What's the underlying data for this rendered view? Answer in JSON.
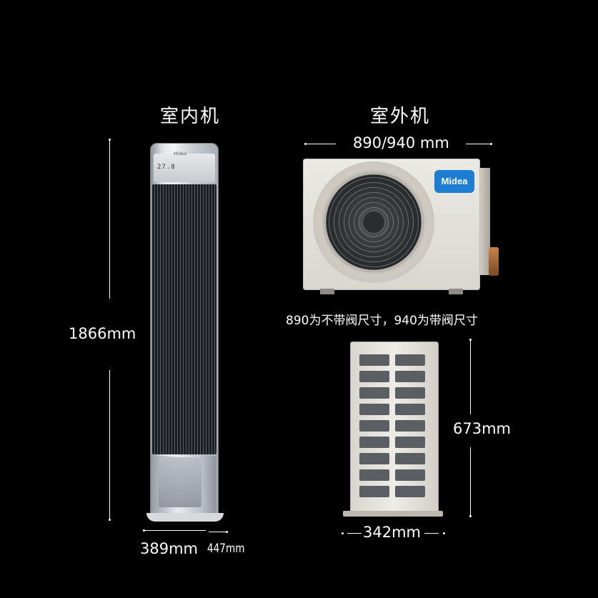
{
  "labels": {
    "indoor_title": "室内机",
    "outdoor_title": "室外机",
    "indoor_height": "1866mm",
    "indoor_width": "389mm",
    "indoor_depth": "447mm",
    "outdoor_width": "890/940 mm",
    "outdoor_note": "890为不带阀尺寸，940为带阀尺寸",
    "outdoor_height": "673mm",
    "outdoor_depth": "342mm"
  },
  "product": {
    "brand_logo_text": "Midea",
    "display_text": "27.8"
  },
  "colors": {
    "background": "#000000",
    "text": "#ffffff",
    "brand_blue": "#1d7ed1"
  }
}
